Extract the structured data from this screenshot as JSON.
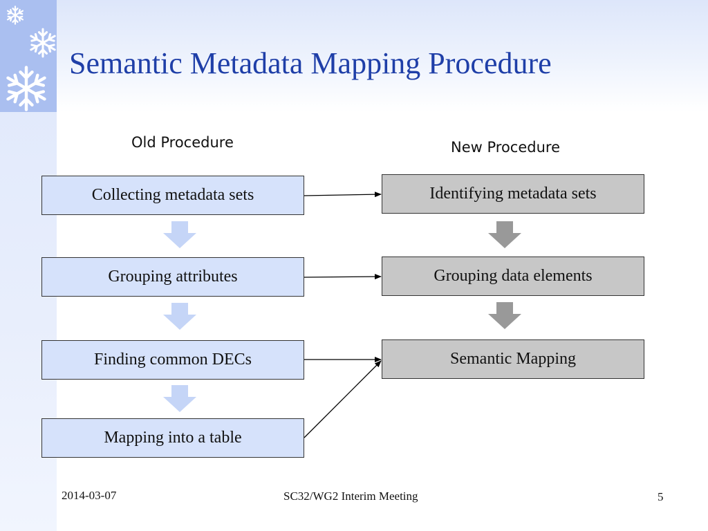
{
  "slide": {
    "title": "Semantic Metadata Mapping Procedure"
  },
  "old_procedure": {
    "heading": "Old Procedure",
    "steps": [
      "Collecting metadata sets",
      "Grouping attributes",
      "Finding common DECs",
      "Mapping into a table"
    ]
  },
  "new_procedure": {
    "heading": "New Procedure",
    "steps": [
      "Identifying metadata sets",
      "Grouping data elements",
      "Semantic Mapping"
    ]
  },
  "footer": {
    "date": "2014-03-07",
    "meeting": "SC32/WG2 Interim Meeting",
    "page_number": "5"
  },
  "colors": {
    "title": "#1f3fa8",
    "old_box_fill": "#d6e2fb",
    "new_box_fill": "#c7c7c7",
    "old_down_arrow": "#c5d5f7",
    "new_down_arrow": "#999999",
    "connector": "#000000"
  },
  "icons": [
    "snowflake-icon",
    "down-arrow-icon",
    "right-arrow-icon"
  ]
}
